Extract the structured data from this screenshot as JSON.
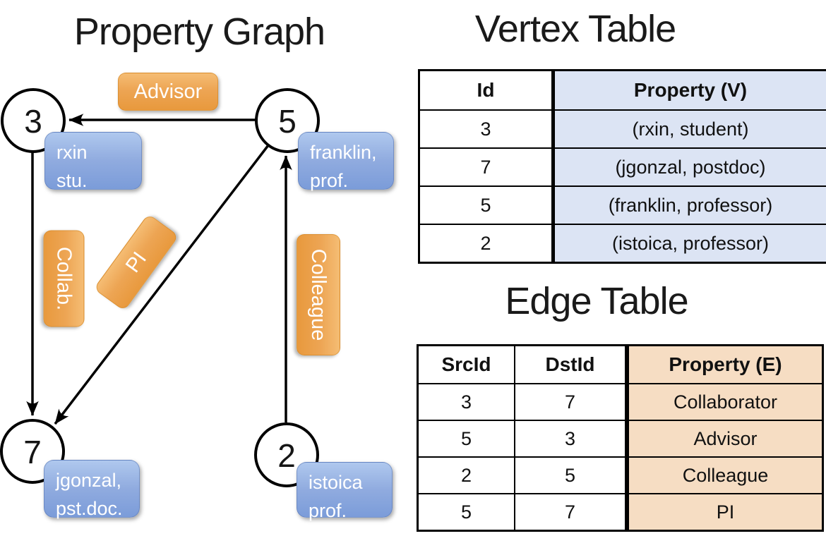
{
  "graph": {
    "title": "Property Graph",
    "nodes": [
      {
        "id": "3",
        "line1": "rxin",
        "line2": "stu."
      },
      {
        "id": "5",
        "line1": "franklin,",
        "line2": "prof."
      },
      {
        "id": "7",
        "line1": "jgonzal,",
        "line2": "pst.doc."
      },
      {
        "id": "2",
        "line1": "istoica",
        "line2": "prof."
      }
    ],
    "edge_labels": [
      "Advisor",
      "Collab.",
      "PI",
      "Colleague"
    ]
  },
  "vertex_table": {
    "title": "Vertex Table",
    "columns": [
      "Id",
      "Property (V)"
    ],
    "rows": [
      [
        "3",
        "(rxin, student)"
      ],
      [
        "7",
        "(jgonzal, postdoc)"
      ],
      [
        "5",
        "(franklin, professor)"
      ],
      [
        "2",
        "(istoica, professor)"
      ]
    ]
  },
  "edge_table": {
    "title": "Edge Table",
    "columns": [
      "SrcId",
      "DstId",
      "Property (E)"
    ],
    "rows": [
      [
        "3",
        "7",
        "Collaborator"
      ],
      [
        "5",
        "3",
        "Advisor"
      ],
      [
        "2",
        "5",
        "Colleague"
      ],
      [
        "5",
        "7",
        "PI"
      ]
    ]
  },
  "colors": {
    "edge_label_orange": "#eda554",
    "vertex_box_blue": "#86a5dc",
    "vertex_property_bg": "#dce4f4",
    "edge_property_bg": "#f6ddc3",
    "line_black": "#000000"
  }
}
